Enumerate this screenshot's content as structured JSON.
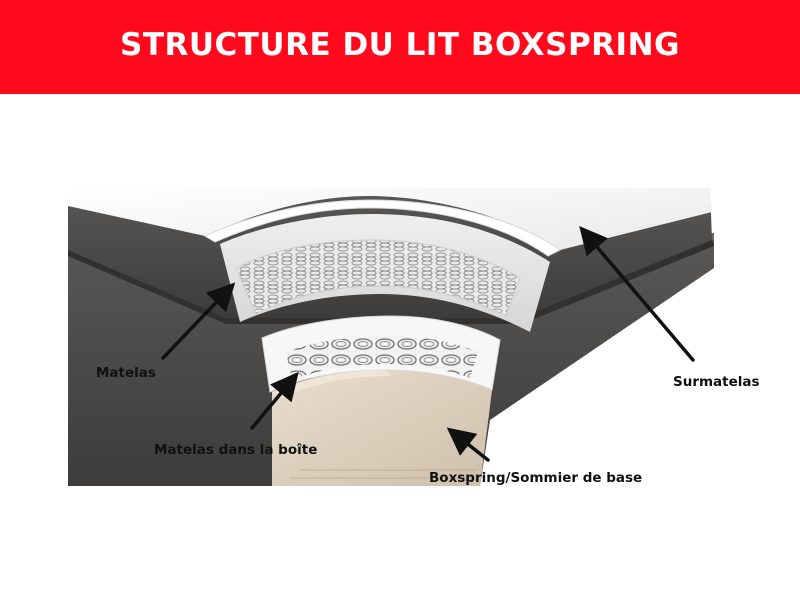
{
  "banner": {
    "title": "STRUCTURE DU LIT BOXSPRING",
    "color": "#ff0a1c"
  },
  "labels": {
    "mattress": "Matelas",
    "topper": "Surmatelas",
    "mattress_in_box": "Matelas dans la boîte",
    "base": "Boxspring/Sommier de base"
  },
  "colors": {
    "fabric": "#4a4846",
    "fabric_light": "#5a5856",
    "foam": "#f4f4f4",
    "wood": "#d9cbb8",
    "arrow": "#111111"
  }
}
